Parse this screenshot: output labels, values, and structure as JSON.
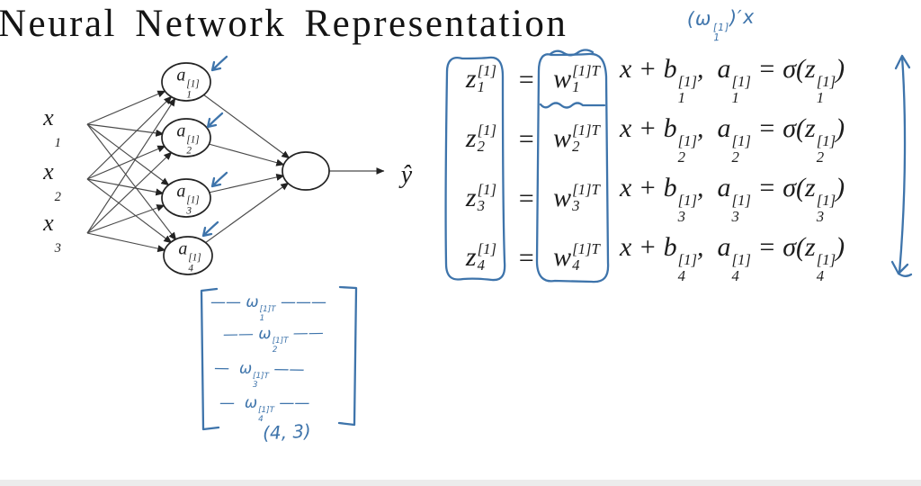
{
  "title": "Neural Network Representation",
  "colors": {
    "ink_blue": "#3e74ab",
    "text_black": "#1d1d1d",
    "edge_gray": "#4a4a4a"
  },
  "diagram": {
    "inputs": [
      [
        {
          "t": "x",
          "sub": "1"
        }
      ],
      [
        {
          "t": "x",
          "sub": "2"
        }
      ],
      [
        {
          "t": "x",
          "sub": "3"
        }
      ]
    ],
    "hidden": [
      [
        {
          "t": "a",
          "sub": "1",
          "sup": "[1]"
        }
      ],
      [
        {
          "t": "a",
          "sub": "2",
          "sup": "[1]"
        }
      ],
      [
        {
          "t": "a",
          "sub": "3",
          "sup": "[1]"
        }
      ],
      [
        {
          "t": "a",
          "sub": "4",
          "sup": "[1]"
        }
      ]
    ],
    "output_label": "ŷ"
  },
  "equations": {
    "rows": [
      {
        "z": [
          {
            "t": "z",
            "sub": "1",
            "sup": "[1]"
          }
        ],
        "eq": "=",
        "w": [
          {
            "t": "w",
            "sub": "1",
            "sup": "[1]T"
          }
        ],
        "rest": [
          {
            "t": "x + "
          },
          {
            "t": "b",
            "sub": "1",
            "sup": "[1]"
          },
          {
            "t": ",  "
          },
          {
            "t": "a",
            "sub": "1",
            "sup": "[1]"
          },
          {
            "t": " = σ("
          },
          {
            "t": "z",
            "sub": "1",
            "sup": "[1]"
          },
          {
            "t": ")"
          }
        ]
      },
      {
        "z": [
          {
            "t": "z",
            "sub": "2",
            "sup": "[1]"
          }
        ],
        "eq": "=",
        "w": [
          {
            "t": "w",
            "sub": "2",
            "sup": "[1]T"
          }
        ],
        "rest": [
          {
            "t": "x + "
          },
          {
            "t": "b",
            "sub": "2",
            "sup": "[1]"
          },
          {
            "t": ",  "
          },
          {
            "t": "a",
            "sub": "2",
            "sup": "[1]"
          },
          {
            "t": " = σ("
          },
          {
            "t": "z",
            "sub": "2",
            "sup": "[1]"
          },
          {
            "t": ")"
          }
        ]
      },
      {
        "z": [
          {
            "t": "z",
            "sub": "3",
            "sup": "[1]"
          }
        ],
        "eq": "=",
        "w": [
          {
            "t": "w",
            "sub": "3",
            "sup": "[1]T"
          }
        ],
        "rest": [
          {
            "t": "x + "
          },
          {
            "t": "b",
            "sub": "3",
            "sup": "[1]"
          },
          {
            "t": ",  "
          },
          {
            "t": "a",
            "sub": "3",
            "sup": "[1]"
          },
          {
            "t": " = σ("
          },
          {
            "t": "z",
            "sub": "3",
            "sup": "[1]"
          },
          {
            "t": ")"
          }
        ]
      },
      {
        "z": [
          {
            "t": "z",
            "sub": "4",
            "sup": "[1]"
          }
        ],
        "eq": "=",
        "w": [
          {
            "t": "w",
            "sub": "4",
            "sup": "[1]T"
          }
        ],
        "rest": [
          {
            "t": "x + "
          },
          {
            "t": "b",
            "sub": "4",
            "sup": "[1]"
          },
          {
            "t": ",  "
          },
          {
            "t": "a",
            "sub": "4",
            "sup": "[1]"
          },
          {
            "t": " = σ("
          },
          {
            "t": "z",
            "sub": "4",
            "sup": "[1]"
          },
          {
            "t": ")"
          }
        ]
      }
    ]
  },
  "annotations": {
    "top_right": [
      {
        "t": "("
      },
      {
        "t": "ω",
        "sub": "1",
        "sup": "[1]"
      },
      {
        "t": ")′"
      },
      {
        "t": "x"
      }
    ],
    "weight_matrix": {
      "rows": [
        [
          {
            "t": "—— "
          },
          {
            "t": "ω",
            "sub": "1",
            "sup": "[1]T"
          },
          {
            "t": " ———"
          }
        ],
        [
          {
            "t": "—— "
          },
          {
            "t": "ω",
            "sub": "2",
            "sup": "[1]T"
          },
          {
            "t": " ——"
          }
        ],
        [
          {
            "t": "—  "
          },
          {
            "t": "ω",
            "sub": "3",
            "sup": "[1]T"
          },
          {
            "t": " ——"
          }
        ],
        [
          {
            "t": "—  "
          },
          {
            "t": "ω",
            "sub": "4",
            "sup": "[1]T"
          },
          {
            "t": " ——"
          }
        ]
      ],
      "dim_label": "(4, 3)"
    }
  }
}
